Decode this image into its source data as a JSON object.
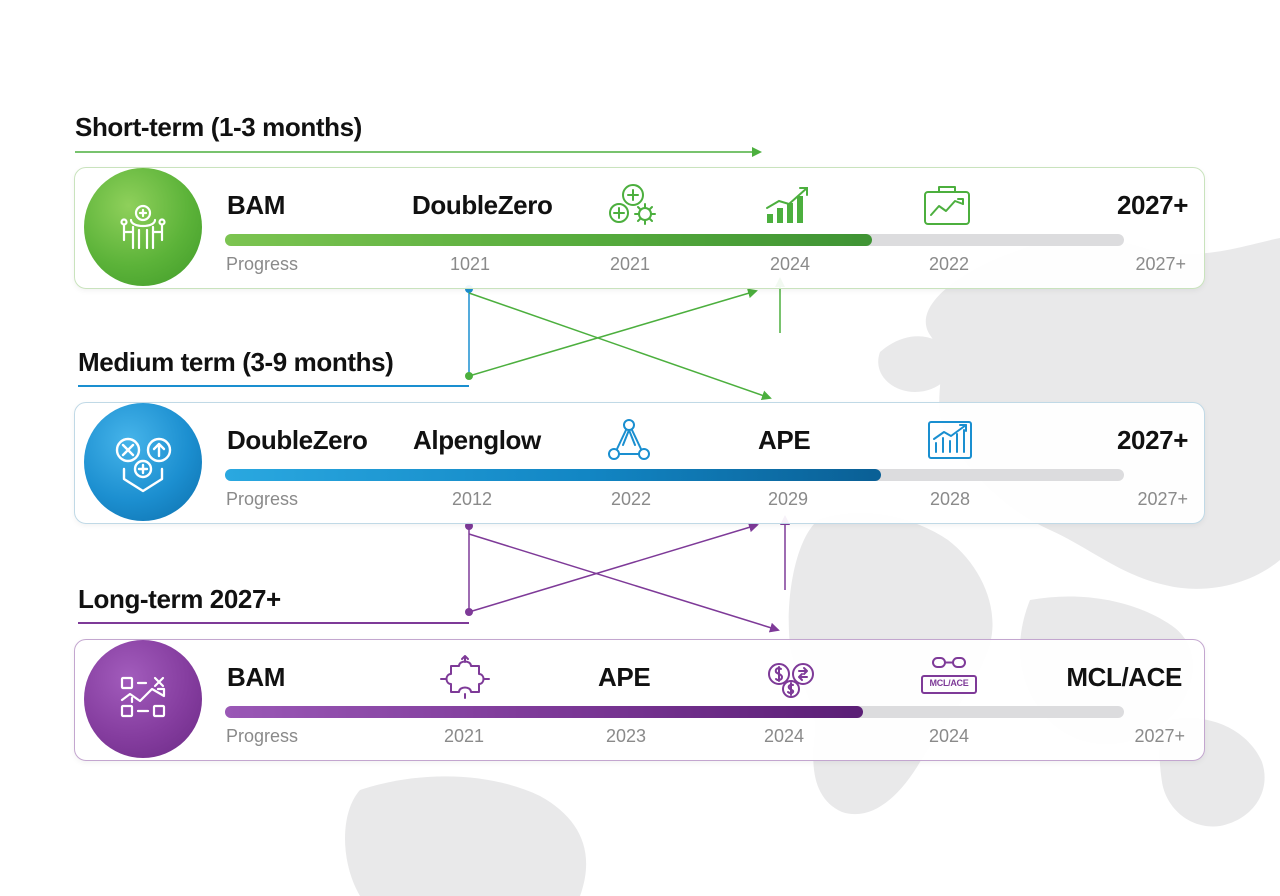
{
  "sections": [
    {
      "title": "Short-term (1-3 months)",
      "accent": "#4caf3e",
      "badge_icon": "team-network-icon",
      "labels": [
        "BAM",
        "DoubleZero",
        "2027+"
      ],
      "icons": [
        "gears-plus-icon",
        "bar-chart-trend-icon",
        "briefcase-chart-icon"
      ],
      "progress_fraction": 0.72,
      "ticks": [
        "Progress",
        "1021",
        "2021",
        "2024",
        "2022",
        "2027+"
      ]
    },
    {
      "title": "Medium term (3-9 months)",
      "accent": "#1a8fd0",
      "badge_icon": "hub-nodes-icon",
      "labels": [
        "DoubleZero",
        "Alpenglow",
        "APE",
        "2027+"
      ],
      "icons": [
        "triangle-network-icon",
        "bar-chart-growth-icon"
      ],
      "progress_fraction": 0.73,
      "ticks": [
        "Progress",
        "2012",
        "2022",
        "2029",
        "2028",
        "2027+"
      ]
    },
    {
      "title": "Long-term 2027+",
      "accent": "#7e3a98",
      "badge_icon": "workflow-icon",
      "labels": [
        "BAM",
        "APE",
        "MCL/ACE"
      ],
      "icons": [
        "puzzle-arrows-icon",
        "currency-exchange-icon",
        "mcl-ace-link-icon"
      ],
      "icon_texts": [
        "MCL/ACE"
      ],
      "progress_fraction": 0.71,
      "ticks": [
        "Progress",
        "2021",
        "2023",
        "2024",
        "2024",
        "2027+"
      ]
    }
  ]
}
